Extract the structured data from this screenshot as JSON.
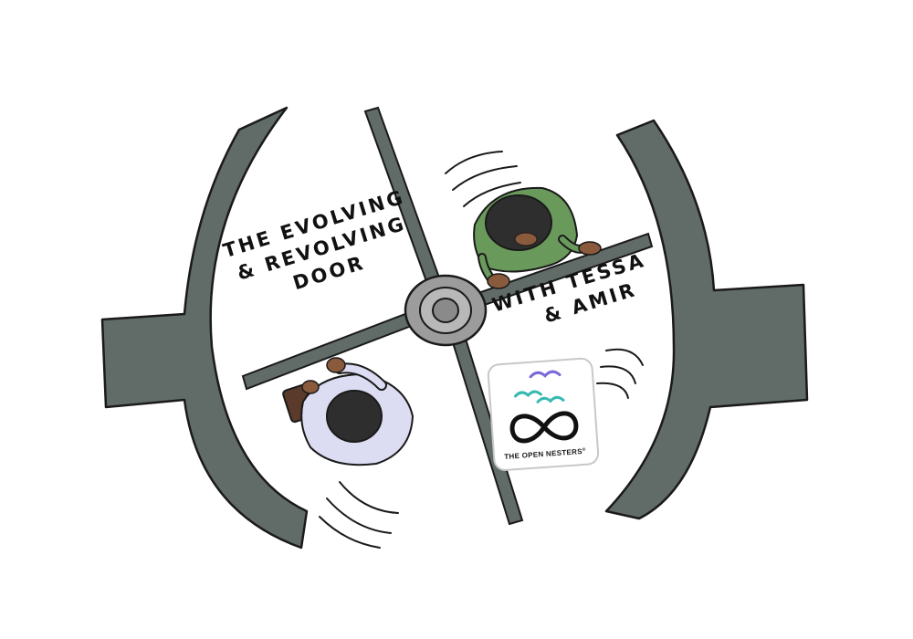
{
  "illustration": {
    "title_lines": [
      "THE EVOLVING",
      "& REVOLVING",
      "DOOR"
    ],
    "subtitle_lines": [
      "WITH TESSA",
      "& AMIR"
    ]
  },
  "logo": {
    "text": "THE OPEN NESTERS",
    "mark": "®",
    "icon": "infinity-with-birds-icon"
  },
  "colors": {
    "wall": "#616c69",
    "outline": "#1a1a1a",
    "hub": "#9c9c9c",
    "person_green_shirt": "#6a9a5b",
    "person_blue_shirt": "#dcdcf2",
    "skin": "#8a5a3c",
    "hair": "#2e2e2e",
    "bird_purple": "#7a6ad6",
    "bird_teal": "#36b9b0"
  }
}
